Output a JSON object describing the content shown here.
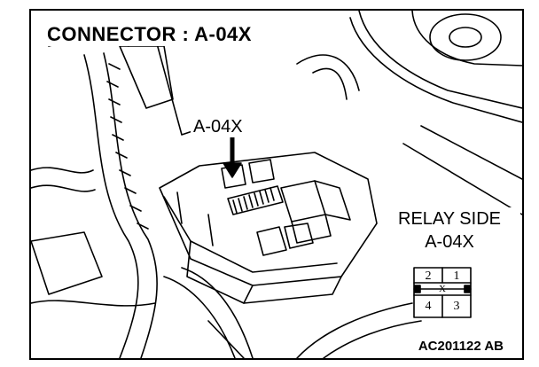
{
  "title": "CONNECTOR : A-04X",
  "callout_label": "A-04X",
  "relay_side": {
    "heading": "RELAY SIDE",
    "connector": "A-04X",
    "pins": [
      "2",
      "1",
      "X",
      "4",
      "3"
    ]
  },
  "figure_code": "AC201122 AB",
  "icons": [
    "arrow-down-icon"
  ]
}
